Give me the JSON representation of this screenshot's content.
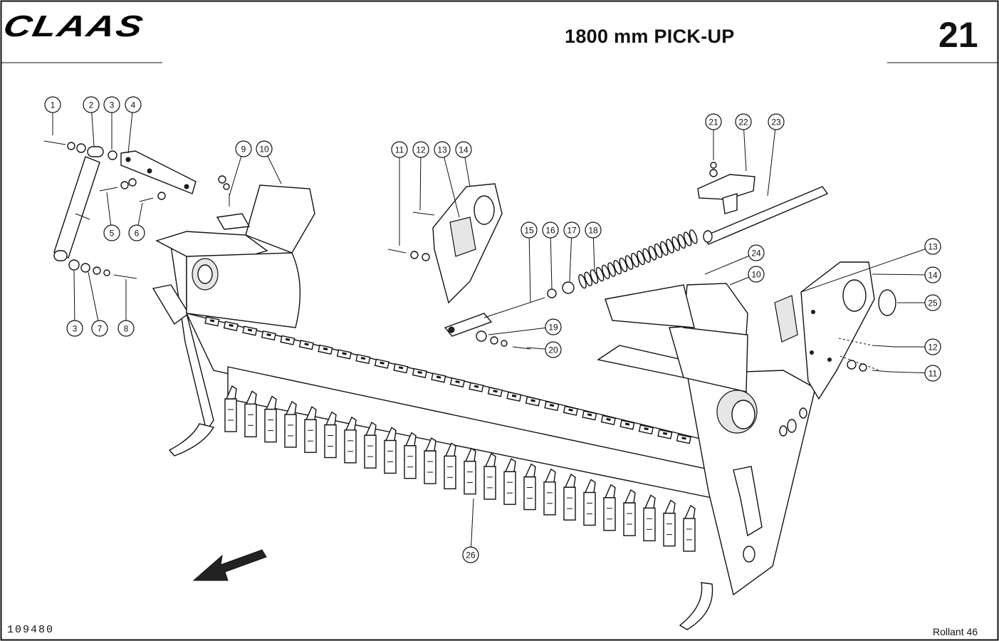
{
  "header": {
    "brand": "CLAAS",
    "title": "1800 mm PICK-UP",
    "page": "21"
  },
  "footer": {
    "drawing_number": "109480",
    "model": "Rollant 46"
  },
  "callouts": {
    "c1": "1",
    "c2": "2",
    "c3a": "3",
    "c4": "4",
    "c5": "5",
    "c6": "6",
    "c3b": "3",
    "c7": "7",
    "c8": "8",
    "c9": "9",
    "c10a": "10",
    "c11a": "11",
    "c12a": "12",
    "c13a": "13",
    "c14a": "14",
    "c15": "15",
    "c16": "16",
    "c17": "17",
    "c18": "18",
    "c19": "19",
    "c20": "20",
    "c21": "21",
    "c22": "22",
    "c23": "23",
    "c24": "24",
    "c10b": "10",
    "c13b": "13",
    "c14b": "14",
    "c25": "25",
    "c12b": "12",
    "c11b": "11",
    "c26": "26"
  }
}
